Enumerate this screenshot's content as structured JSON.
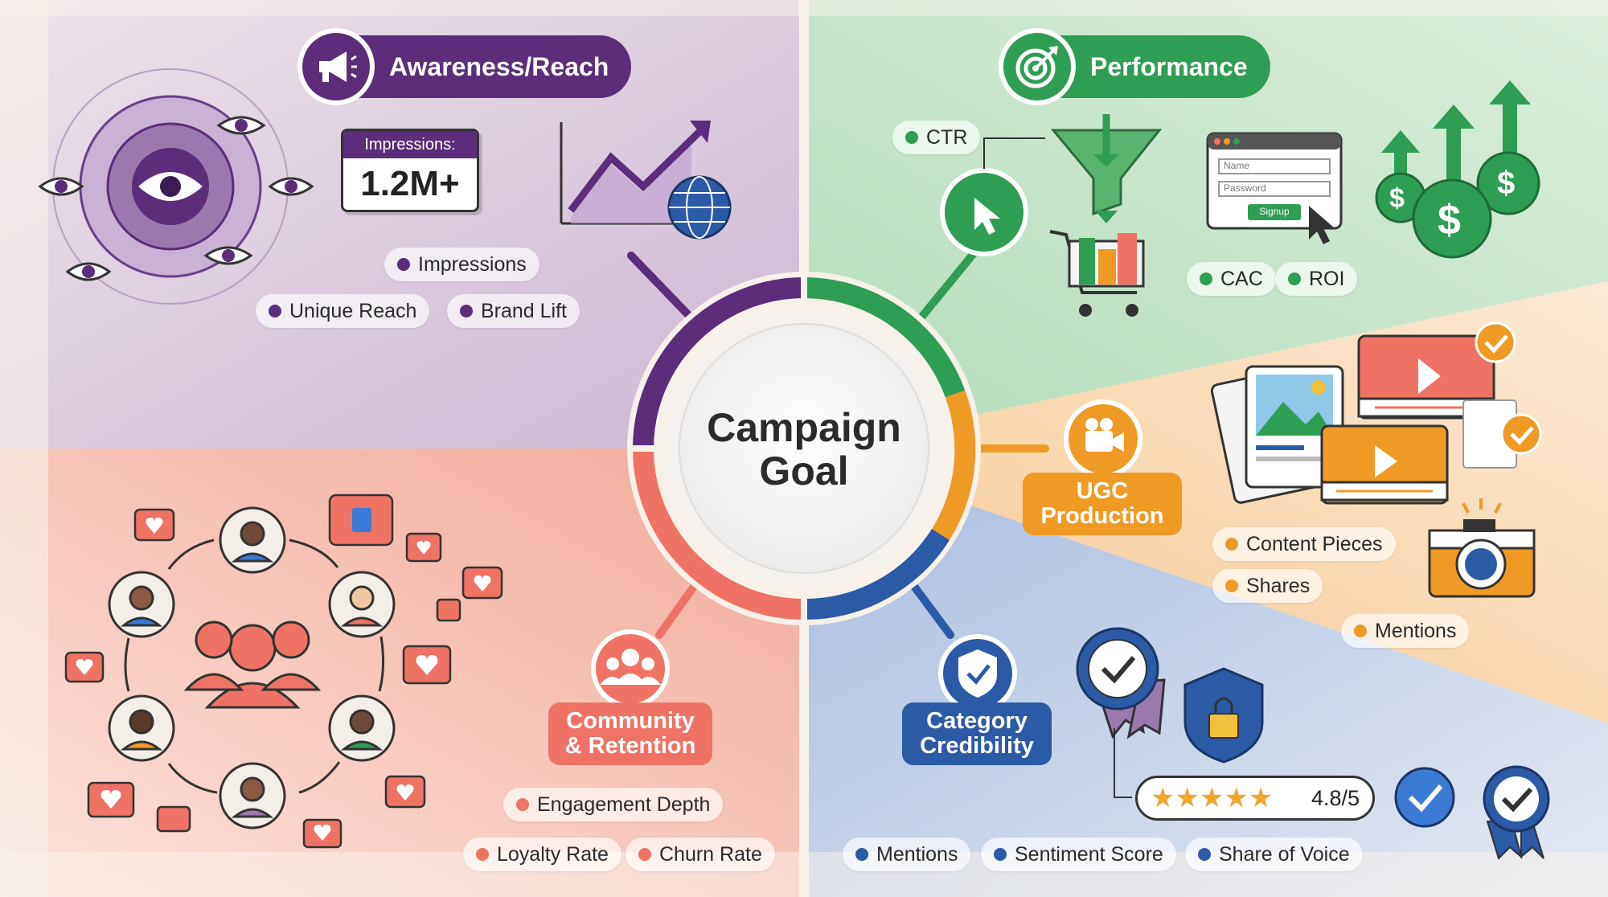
{
  "center": {
    "line1": "Campaign",
    "line2": "Goal"
  },
  "colors": {
    "purple": "#5b2d7a",
    "green": "#2e9e55",
    "orange": "#f09a26",
    "blue": "#2b5aa6",
    "coral": "#ef7364"
  },
  "awareness": {
    "title": "Awareness/Reach",
    "icon": "megaphone-icon",
    "card_label": "Impressions:",
    "card_value": "1.2M+",
    "metrics": [
      "Impressions",
      "Unique Reach",
      "Brand Lift"
    ]
  },
  "performance": {
    "title": "Performance",
    "icon": "target-icon",
    "metrics": [
      "CTR",
      "CAC",
      "ROI"
    ],
    "form": {
      "name_placeholder": "Name",
      "password_placeholder": "Password",
      "button": "Signup"
    }
  },
  "ugc": {
    "title_line1": "UGC",
    "title_line2": "Production",
    "icon": "video-camera-icon",
    "metrics": [
      "Content Pieces",
      "Shares",
      "Mentions"
    ]
  },
  "credibility": {
    "title_line1": "Category",
    "title_line2": "Credibility",
    "icon": "shield-check-icon",
    "rating_value": "4.8/5",
    "rating_stars": 4.8,
    "metrics": [
      "Mentions",
      "Sentiment Score",
      "Share of Voice"
    ]
  },
  "community": {
    "title_line1": "Community",
    "title_line2": "& Retention",
    "icon": "people-icon",
    "metrics": [
      "Engagement Depth",
      "Loyalty Rate",
      "Churn Rate"
    ]
  }
}
